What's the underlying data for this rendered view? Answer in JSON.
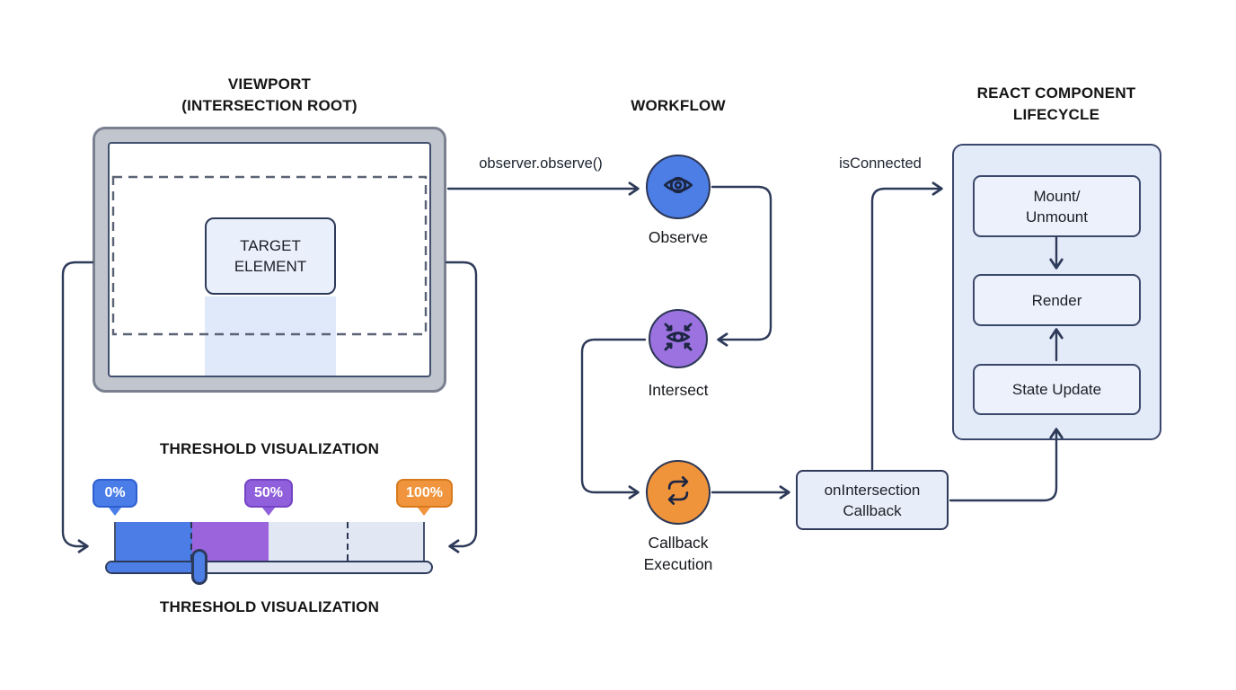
{
  "viewport": {
    "title_line1": "VIEWPORT",
    "title_line2": "(INTERSECTION ROOT)",
    "target_line1": "TARGET",
    "target_line2": "ELEMENT"
  },
  "threshold": {
    "title_top": "THRESHOLD VISUALIZATION",
    "title_bottom": "THRESHOLD VISUALIZATION",
    "badges": [
      {
        "label": "0%",
        "color": "#4a7de8"
      },
      {
        "label": "50%",
        "color": "#8f5fdc"
      },
      {
        "label": "100%",
        "color": "#f0953e"
      }
    ],
    "segment_colors": {
      "blue": "#4c7de6",
      "purple": "#9b64dd",
      "light": "#e2e8f3"
    }
  },
  "workflow": {
    "title": "WORKFLOW",
    "observe_edge_label": "observer.observe()",
    "nodes": [
      {
        "id": "observe",
        "label": "Observe",
        "color": "#4c7ee6",
        "icon": "eye-icon"
      },
      {
        "id": "intersect",
        "label": "Intersect",
        "color": "#9b72e0",
        "icon": "eye-intersect-icon"
      },
      {
        "id": "callback",
        "label": "Callback Execution",
        "color": "#f0943c",
        "icon": "repeat-cycle-icon"
      }
    ]
  },
  "callback_box": {
    "line1": "onIntersection",
    "line2": "Callback"
  },
  "react": {
    "title_line1": "REACT COMPONENT",
    "title_line2": "LIFECYCLE",
    "edge_label": "isConnected",
    "boxes": [
      {
        "line1": "Mount/",
        "line2": "Unmount"
      },
      {
        "label": "Render"
      },
      {
        "label": "State Update"
      }
    ]
  },
  "colors": {
    "connector": "#2e3a59",
    "panel_fill": "#e8eef9",
    "monitor_frame": "#c1c5cd",
    "band": "#dfe9f9"
  }
}
